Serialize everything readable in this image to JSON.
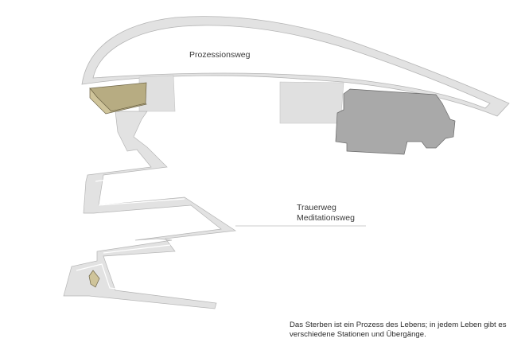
{
  "labels": {
    "procession_path": "Prozessionsweg",
    "mourning_path": "Trauerweg",
    "meditation_path": "Meditationsweg"
  },
  "caption": {
    "line1": "Das Sterben ist ein Prozess des Lebens; in jedem Leben gibt es",
    "line2": "verschiedene Stationen und Übergänge."
  },
  "colors": {
    "path_fill": "#e2e2e2",
    "path_stroke": "#b5b5b5",
    "plaza_fill": "#e0e0e0",
    "building_fill": "#a9a9a9",
    "building_stroke": "#6a6a6a",
    "chapel_fill": "#cfc49a",
    "chapel_top": "#b7ac82",
    "chapel_stroke": "#6f6648"
  }
}
